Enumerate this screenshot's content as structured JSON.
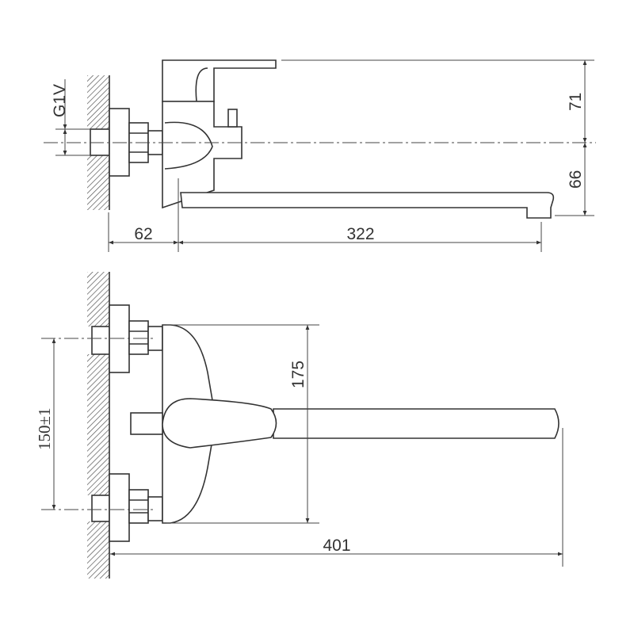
{
  "side_view": {
    "labels": {
      "thread": "G1V",
      "height_upper": "71",
      "height_lower": "66",
      "wall_offset": "62",
      "spout_reach": "322"
    }
  },
  "front_view": {
    "labels": {
      "body_height": "175",
      "inlet_spacing": "150±1",
      "total_length": "401"
    }
  },
  "colors": {
    "line": "#333333",
    "background": "#ffffff"
  }
}
